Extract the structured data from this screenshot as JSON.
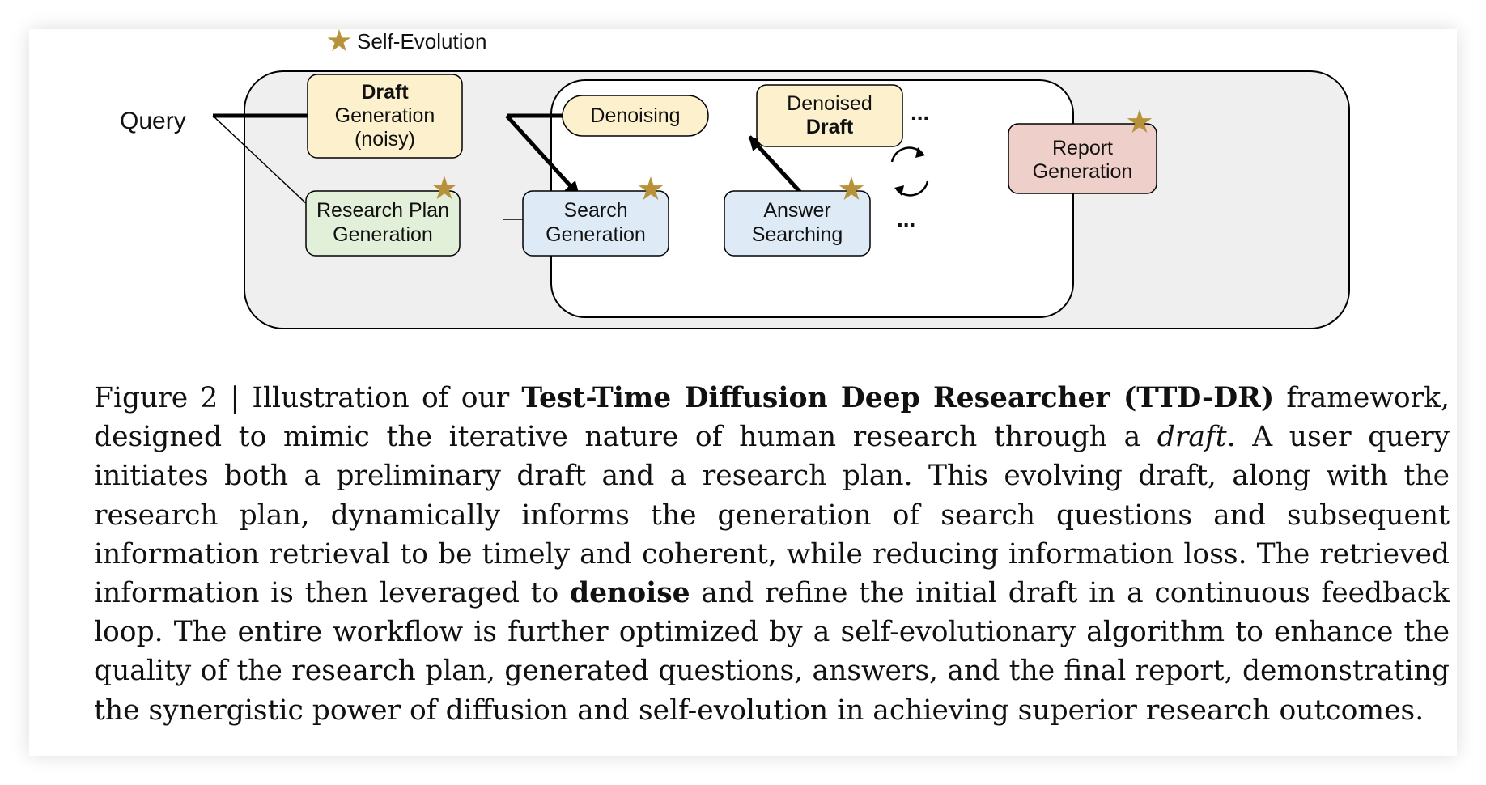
{
  "diagram": {
    "legend": {
      "label": "Self-Evolution",
      "star_color": "#b8923a"
    },
    "query_label": "Query",
    "nodes": {
      "draft_generation": {
        "line1": "Draft",
        "line2": "Generation",
        "line3": "(noisy)",
        "fill": "#fcf1cc"
      },
      "research_plan": {
        "line1": "Research Plan",
        "line2": "Generation",
        "fill": "#e2efd9"
      },
      "denoising": {
        "label": "Denoising",
        "fill": "#fcf1cc"
      },
      "denoised_draft": {
        "line1": "Denoised",
        "line2": "Draft",
        "fill": "#fcf1cc"
      },
      "search_generation": {
        "line1": "Search",
        "line2": "Generation",
        "fill": "#deebf7"
      },
      "answer_searching": {
        "line1": "Answer",
        "line2": "Searching",
        "fill": "#deebf7"
      },
      "report_generation": {
        "line1": "Report",
        "line2": "Generation",
        "fill": "#efcfc9"
      }
    },
    "ellipsis_top": "...",
    "ellipsis_bottom": "..."
  },
  "caption": {
    "prefix": "Figure 2 | Illustration of our ",
    "bold_title": "Test-Time Diffusion Deep Researcher (TTD-DR)",
    "part1": " framework, designed to mimic the iterative nature of human research through a ",
    "italic_word": "draft",
    "part2": ". A user query initiates both a preliminary draft and a research plan. This evolving draft, along with the research plan, dynamically informs the generation of search questions and subsequent information retrieval to be timely and coherent, while reducing information loss. The retrieved information is then leveraged to ",
    "bold_word": "denoise",
    "part3": " and refine the initial draft in a continuous feedback loop. The entire workflow is further optimized by a self-evolutionary algorithm to enhance the quality of the research plan, generated questions, answers, and the final report, demonstrating the synergistic power of diffusion and self-evolution in achieving superior research outcomes."
  }
}
